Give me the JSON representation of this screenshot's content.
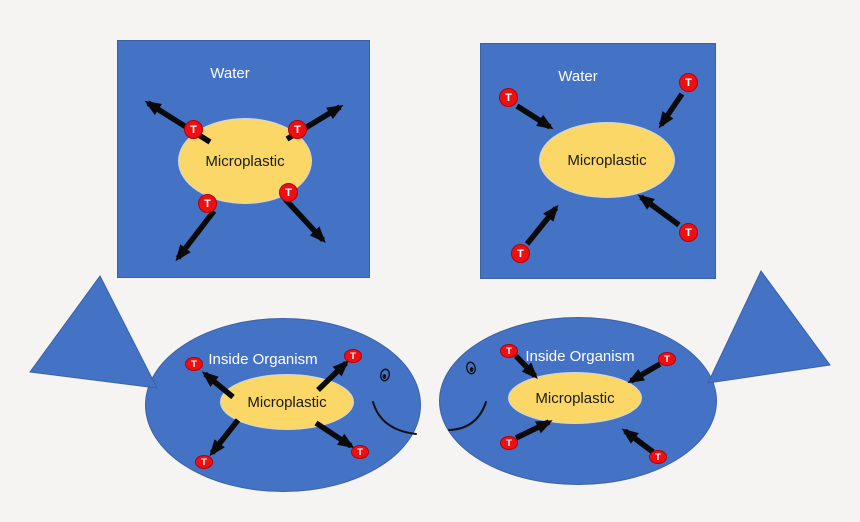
{
  "colors": {
    "background": "#f5f4f2",
    "panel_blue": "#4472C4",
    "panel_blue_border": "#3a62a8",
    "microplastic_yellow": "#fad767",
    "toxin_red": "#ee0f12",
    "toxin_red_border": "#b30000",
    "arrow_black": "#0a0a0a",
    "env_text": "#ffffff",
    "particle_text": "#1a1a1a"
  },
  "toxin_label": "T",
  "panels": [
    {
      "id": "water-desorption",
      "environment_label": "Water",
      "particle_label": "Microplastic",
      "arrow_direction": "outward",
      "toxin_count": 4
    },
    {
      "id": "water-sorption",
      "environment_label": "Water",
      "particle_label": "Microplastic",
      "arrow_direction": "inward",
      "toxin_count": 4
    },
    {
      "id": "organism-desorption",
      "environment_label": "Inside Organism",
      "particle_label": "Microplastic",
      "arrow_direction": "outward",
      "toxin_count": 4
    },
    {
      "id": "organism-sorption",
      "environment_label": "Inside Organism",
      "particle_label": "Microplastic",
      "arrow_direction": "inward",
      "toxin_count": 4
    }
  ]
}
